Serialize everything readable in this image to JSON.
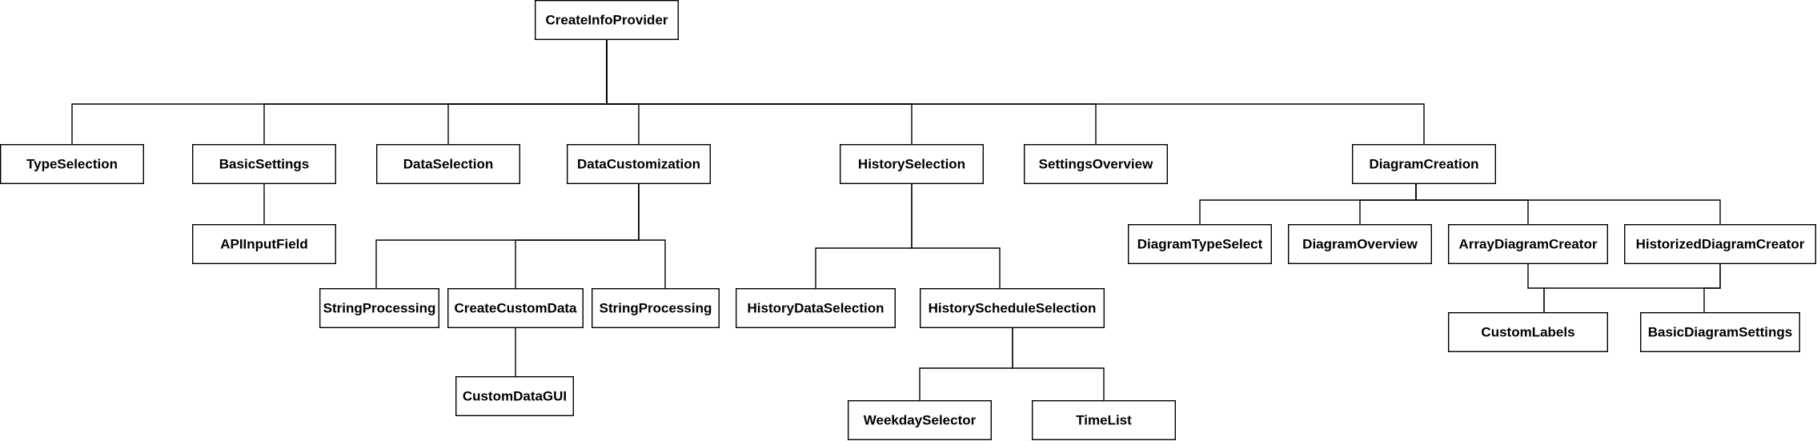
{
  "diagram": {
    "nodes": [
      {
        "id": "root",
        "label": "CreateInfoProvider"
      },
      {
        "id": "type_selection",
        "label": "TypeSelection"
      },
      {
        "id": "basic_settings",
        "label": "BasicSettings"
      },
      {
        "id": "data_selection",
        "label": "DataSelection"
      },
      {
        "id": "data_customization",
        "label": "DataCustomization"
      },
      {
        "id": "history_selection",
        "label": "HistorySelection"
      },
      {
        "id": "settings_overview",
        "label": "SettingsOverview"
      },
      {
        "id": "diagram_creation",
        "label": "DiagramCreation"
      },
      {
        "id": "api_input_field",
        "label": "APIInputField"
      },
      {
        "id": "string_processing_1",
        "label": "StringProcessing"
      },
      {
        "id": "create_custom_data",
        "label": "CreateCustomData"
      },
      {
        "id": "string_processing_2",
        "label": "StringProcessing"
      },
      {
        "id": "custom_data_gui",
        "label": "CustomDataGUI"
      },
      {
        "id": "history_data_selection",
        "label": "HistoryDataSelection"
      },
      {
        "id": "history_schedule_selection",
        "label": "HistoryScheduleSelection"
      },
      {
        "id": "weekday_selector",
        "label": "WeekdaySelector"
      },
      {
        "id": "time_list",
        "label": "TimeList"
      },
      {
        "id": "diagram_type_select",
        "label": "DiagramTypeSelect"
      },
      {
        "id": "diagram_overview",
        "label": "DiagramOverview"
      },
      {
        "id": "array_diagram_creator",
        "label": "ArrayDiagramCreator"
      },
      {
        "id": "historized_diagram_creator",
        "label": "HistorizedDiagramCreator"
      },
      {
        "id": "custom_labels",
        "label": "CustomLabels"
      },
      {
        "id": "basic_diagram_settings",
        "label": "BasicDiagramSettings"
      }
    ],
    "edges": [
      [
        "root",
        "type_selection"
      ],
      [
        "root",
        "basic_settings"
      ],
      [
        "root",
        "data_selection"
      ],
      [
        "root",
        "data_customization"
      ],
      [
        "root",
        "history_selection"
      ],
      [
        "root",
        "settings_overview"
      ],
      [
        "root",
        "diagram_creation"
      ],
      [
        "basic_settings",
        "api_input_field"
      ],
      [
        "data_customization",
        "string_processing_1"
      ],
      [
        "data_customization",
        "create_custom_data"
      ],
      [
        "data_customization",
        "string_processing_2"
      ],
      [
        "create_custom_data",
        "custom_data_gui"
      ],
      [
        "history_selection",
        "history_data_selection"
      ],
      [
        "history_selection",
        "history_schedule_selection"
      ],
      [
        "history_schedule_selection",
        "weekday_selector"
      ],
      [
        "history_schedule_selection",
        "time_list"
      ],
      [
        "diagram_creation",
        "diagram_type_select"
      ],
      [
        "diagram_creation",
        "diagram_overview"
      ],
      [
        "diagram_creation",
        "array_diagram_creator"
      ],
      [
        "diagram_creation",
        "historized_diagram_creator"
      ],
      [
        "array_diagram_creator",
        "custom_labels"
      ],
      [
        "historized_diagram_creator",
        "custom_labels"
      ],
      [
        "historized_diagram_creator",
        "basic_diagram_settings"
      ]
    ]
  }
}
